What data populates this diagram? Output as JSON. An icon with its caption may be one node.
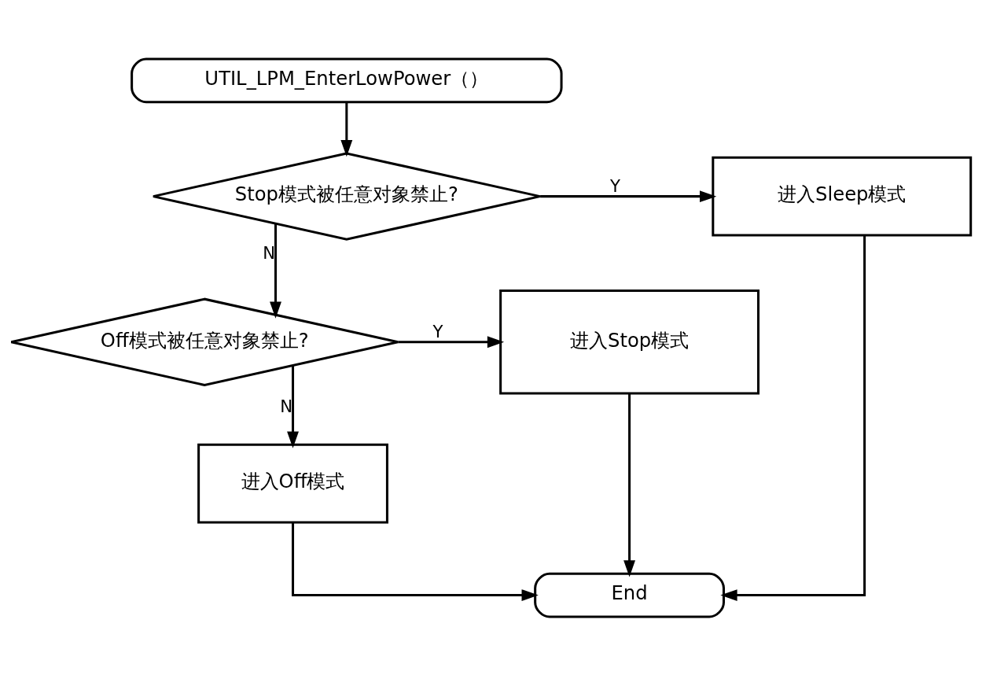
{
  "diagram": {
    "nodes": [
      {
        "text": [
          "UTIL_LPM_EnterLowPower（）"
        ]
      },
      {
        "text": [
          "Stop模式被任意对象禁止?"
        ]
      },
      {
        "text": [
          "进入Sleep模式"
        ]
      },
      {
        "text": [
          "Off模式被任意对象禁止?"
        ]
      },
      {
        "text": [
          "进入Stop模式"
        ]
      },
      {
        "text": [
          "进入Off模式"
        ]
      },
      {
        "text": [
          "End"
        ]
      }
    ],
    "edges": [
      {
        "from": 0,
        "to": 1,
        "arrow": "to"
      },
      {
        "from": 1,
        "to": 2,
        "arrow": "to",
        "label": "Y"
      },
      {
        "from": 1,
        "to": 3,
        "arrow": "to",
        "label": "N"
      },
      {
        "from": 3,
        "to": 4,
        "arrow": "to",
        "label": "Y"
      },
      {
        "from": 3,
        "to": 5,
        "arrow": "to",
        "label": "N"
      },
      {
        "from": 5,
        "to": 6,
        "arrow": "to"
      },
      {
        "from": 2,
        "to": 6,
        "arrow": "to"
      },
      {
        "from": 4,
        "to": 6,
        "arrow": "to"
      }
    ]
  }
}
